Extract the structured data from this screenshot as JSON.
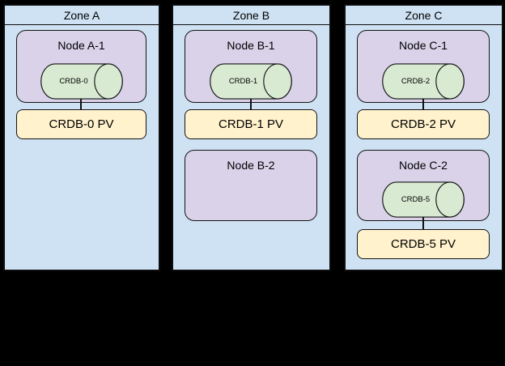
{
  "diagram": {
    "description": "Three availability zones with Kubernetes nodes, CRDB pods and persistent volumes",
    "colors": {
      "background": "#000000",
      "zone_fill": "#cfe2f3",
      "node_fill": "#d9d2e9",
      "pod_fill": "#d9ead3",
      "pv_fill": "#fff2cc",
      "border": "#0d0d0d"
    }
  },
  "zones": [
    {
      "title": "Zone A",
      "nodes": [
        {
          "title": "Node A-1",
          "pod": "CRDB-0",
          "pv": "CRDB-0 PV"
        }
      ]
    },
    {
      "title": "Zone B",
      "nodes": [
        {
          "title": "Node B-1",
          "pod": "CRDB-1",
          "pv": "CRDB-1 PV"
        },
        {
          "title": "Node B-2"
        }
      ]
    },
    {
      "title": "Zone C",
      "nodes": [
        {
          "title": "Node C-1",
          "pod": "CRDB-2",
          "pv": "CRDB-2 PV"
        },
        {
          "title": "Node C-2",
          "pod": "CRDB-5",
          "pv": "CRDB-5 PV"
        }
      ]
    }
  ]
}
